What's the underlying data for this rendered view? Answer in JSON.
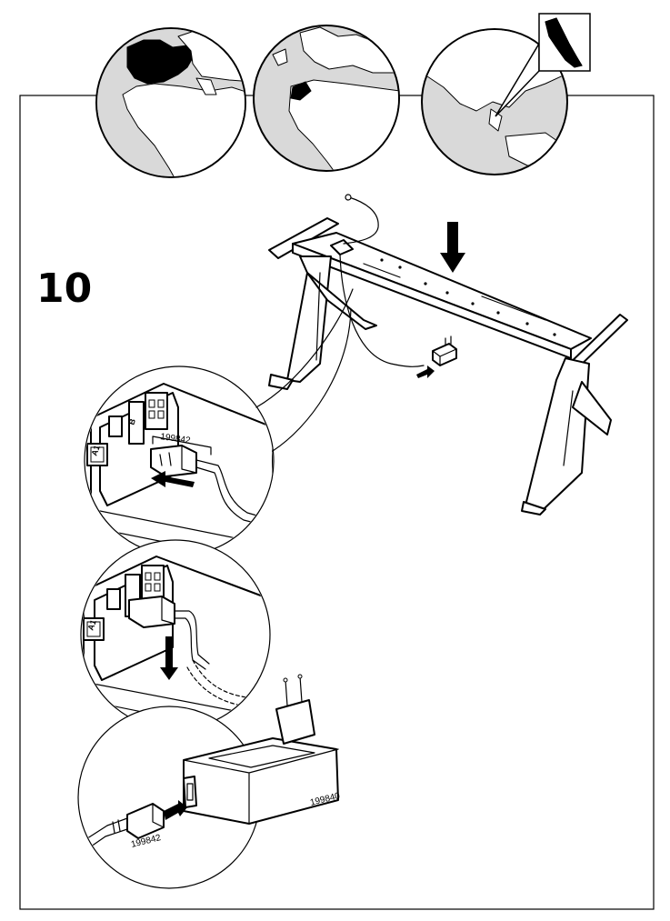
{
  "instruction": {
    "step_number": "10",
    "part_numbers": {
      "cable": "199842",
      "power_adapter": "199840"
    },
    "port_labels": {
      "port_a1": "A1",
      "port_b": "B"
    }
  },
  "icons": {
    "region_globes": [
      "globe-europe-icon",
      "globe-morocco-icon",
      "globe-asia-icon"
    ],
    "arrows": [
      "arrow-down-icon",
      "arrow-left-icon"
    ]
  },
  "colors": {
    "line": "#000000",
    "sea": "#d9d9d9",
    "background": "#ffffff"
  }
}
